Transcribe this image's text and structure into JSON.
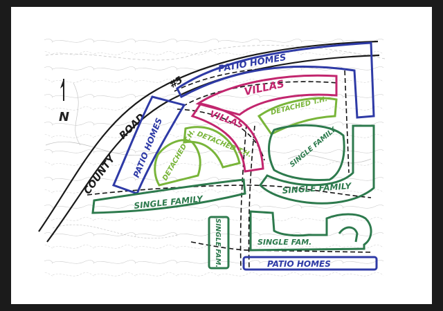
{
  "map": {
    "north_label": "N",
    "road_label": "COUNTY ROAD #5",
    "road_words": [
      "COUNTY",
      "ROAD",
      "#5"
    ],
    "parcels": [
      {
        "name": "patio-homes-north",
        "label": "PATIO HOMES",
        "color": "#2e3aa6"
      },
      {
        "name": "patio-homes-west",
        "label": "PATIO HOMES",
        "color": "#2e3aa6"
      },
      {
        "name": "patio-homes-south",
        "label": "PATIO HOMES",
        "color": "#2e3aa6"
      },
      {
        "name": "villas-north",
        "label": "VILLAS",
        "color": "#c2266e"
      },
      {
        "name": "villas-south",
        "label": "VILLAS",
        "color": "#c2266e"
      },
      {
        "name": "detached-th-west",
        "label": "DETACHED T.H.",
        "color": "#79b53a"
      },
      {
        "name": "detached-th-center",
        "label": "DETACHED T.H.",
        "color": "#79b53a"
      },
      {
        "name": "detached-th-east",
        "label": "DETACHED T.H.",
        "color": "#79b53a"
      },
      {
        "name": "single-family-west",
        "label": "SINGLE FAMILY",
        "color": "#2d7a4d"
      },
      {
        "name": "single-family-center",
        "label": "SINGLE FAMILY",
        "color": "#2d7a4d"
      },
      {
        "name": "single-family-east",
        "label": "SINGLE FAMILY",
        "color": "#2d7a4d"
      },
      {
        "name": "single-fam-small",
        "label": "SINGLE FAM.",
        "color": "#2d7a4d"
      },
      {
        "name": "single-fam-south",
        "label": "SINGLE FAM.",
        "color": "#2d7a4d"
      }
    ]
  }
}
